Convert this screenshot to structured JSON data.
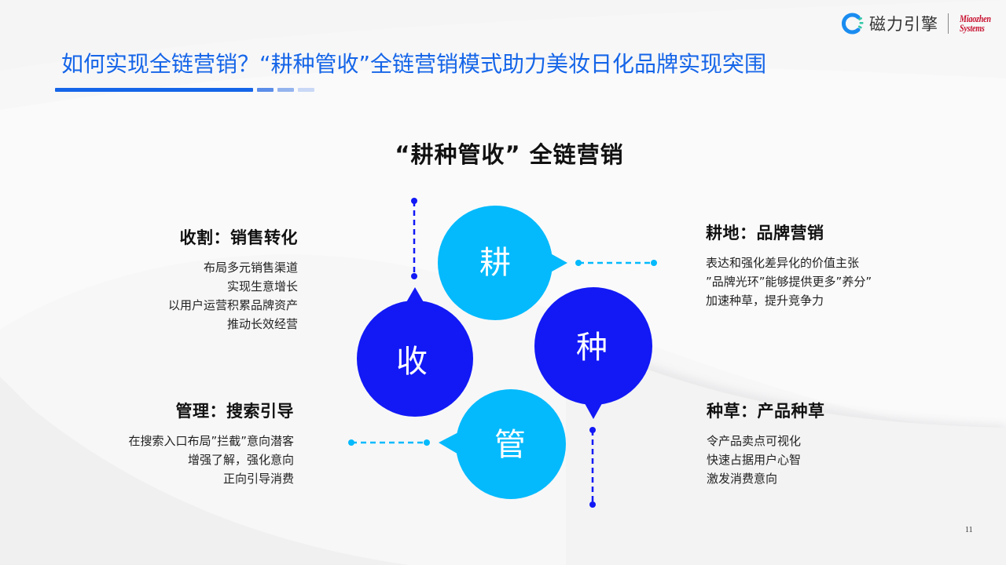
{
  "logo": {
    "cn_name": "磁力引擎",
    "en_name_line1": "Miaozhen",
    "en_name_line2": "Systems",
    "icon": "c-ring-logo-icon"
  },
  "header": {
    "title": "如何实现全链营销？“耕种管收”全链营销模式助力美妆日化品牌实现突围",
    "underline_colors": [
      "#1565e8",
      "#5b8ee9",
      "#94b4ee",
      "#c9d8f5"
    ]
  },
  "diagram": {
    "title": "“耕种管收”  全链营销",
    "bubbles": [
      {
        "char": "耕",
        "color": "#04bafc",
        "tail": "right"
      },
      {
        "char": "种",
        "color": "#1219f5",
        "tail": "down"
      },
      {
        "char": "管",
        "color": "#04bafc",
        "tail": "left"
      },
      {
        "char": "收",
        "color": "#1219f5",
        "tail": "up"
      }
    ]
  },
  "blocks": {
    "harvest": {
      "heading": "收割：销售转化",
      "lines": [
        "布局多元销售渠道",
        "实现生意增长",
        "以用户运营积累品牌资产",
        "推动长效经营"
      ]
    },
    "plow": {
      "heading": "耕地：品牌营销",
      "lines": [
        "表达和强化差异化的价值主张",
        "”品牌光环”能够提供更多”养分”",
        "加速种草，提升竞争力"
      ]
    },
    "manage": {
      "heading": "管理：搜索引导",
      "lines": [
        "在搜索入口布局”拦截”意向潜客",
        "增强了解，强化意向",
        "正向引导消费"
      ]
    },
    "seed": {
      "heading": "种草：产品种草",
      "lines": [
        "令产品卖点可视化",
        "快速占据用户心智",
        "激发消费意向"
      ]
    }
  },
  "colors": {
    "light_blue": "#04bafc",
    "dark_blue": "#1219f5",
    "title_blue": "#1565e8"
  },
  "footer": {
    "page_number": "11"
  }
}
